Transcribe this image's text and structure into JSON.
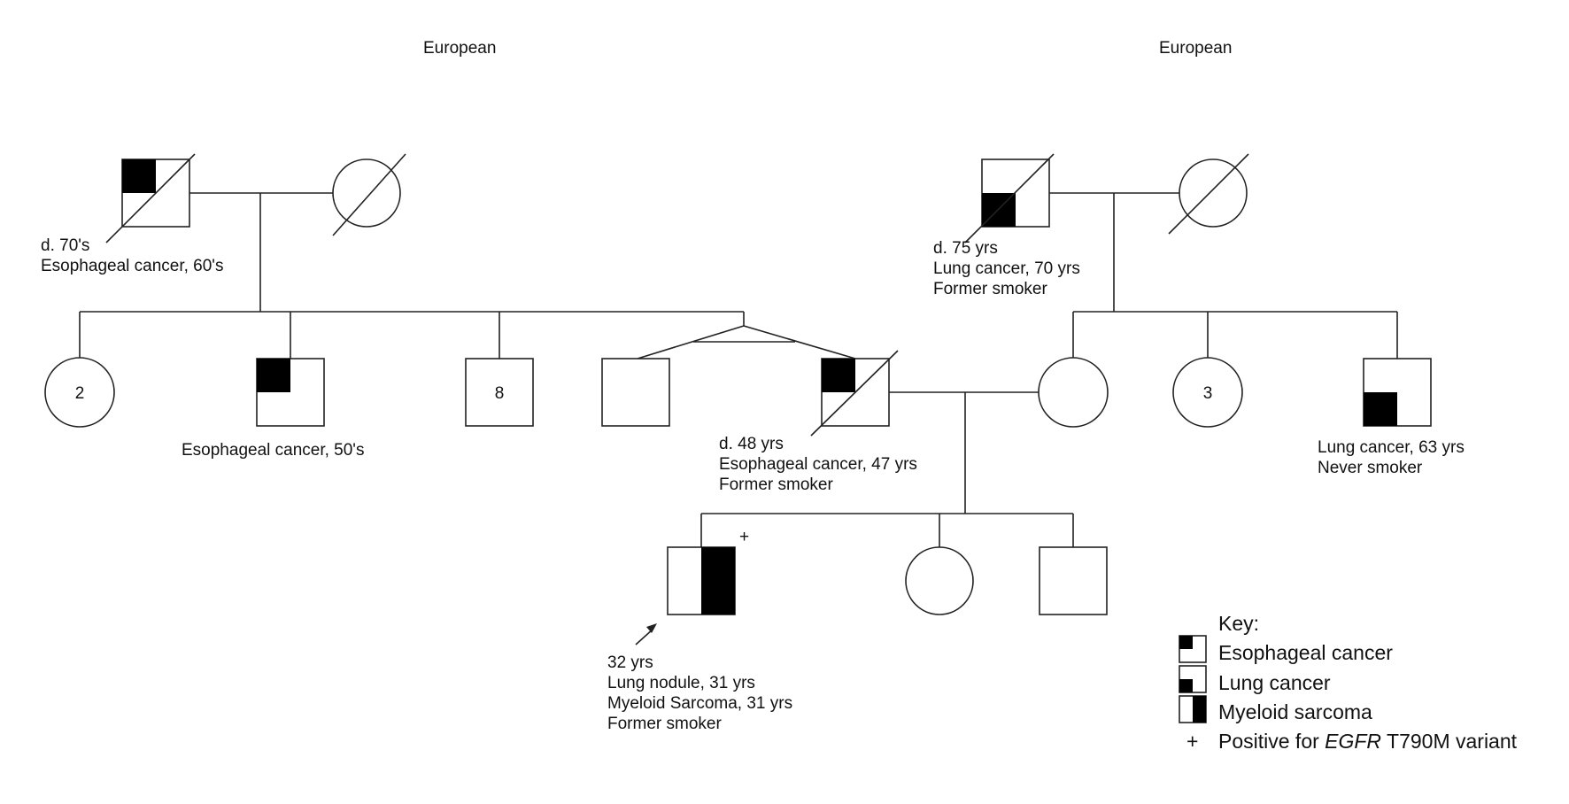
{
  "ethnicity": {
    "paternal": "European",
    "maternal": "European"
  },
  "individuals": {
    "pat_grandfather": {
      "lines": [
        "d. 70's",
        "Esophageal cancer, 60's"
      ]
    },
    "mat_grandfather": {
      "lines": [
        "d. 75 yrs",
        "Lung cancer, 70 yrs",
        "Former smoker"
      ]
    },
    "pat_aunts": {
      "count": "2"
    },
    "pat_uncle": {
      "lines": [
        "Esophageal cancer, 50's"
      ]
    },
    "pat_uncles": {
      "count": "8"
    },
    "father": {
      "lines": [
        "d. 48 yrs",
        "Esophageal cancer, 47 yrs",
        "Former smoker"
      ]
    },
    "mat_aunts": {
      "count": "3"
    },
    "mat_uncle": {
      "lines": [
        "Lung cancer, 63 yrs",
        "Never smoker"
      ]
    },
    "proband": {
      "lines": [
        "32 yrs",
        "Lung nodule, 31 yrs",
        "Myeloid Sarcoma, 31 yrs",
        "Former smoker"
      ],
      "marker": "+"
    }
  },
  "key": {
    "title": "Key:",
    "esophageal": "Esophageal cancer",
    "lung": "Lung cancer",
    "myeloid": "Myeloid sarcoma",
    "plus_symbol": "+",
    "egfr_prefix": "Positive for ",
    "egfr_gene": "EGFR",
    "egfr_suffix": " T790M variant"
  }
}
